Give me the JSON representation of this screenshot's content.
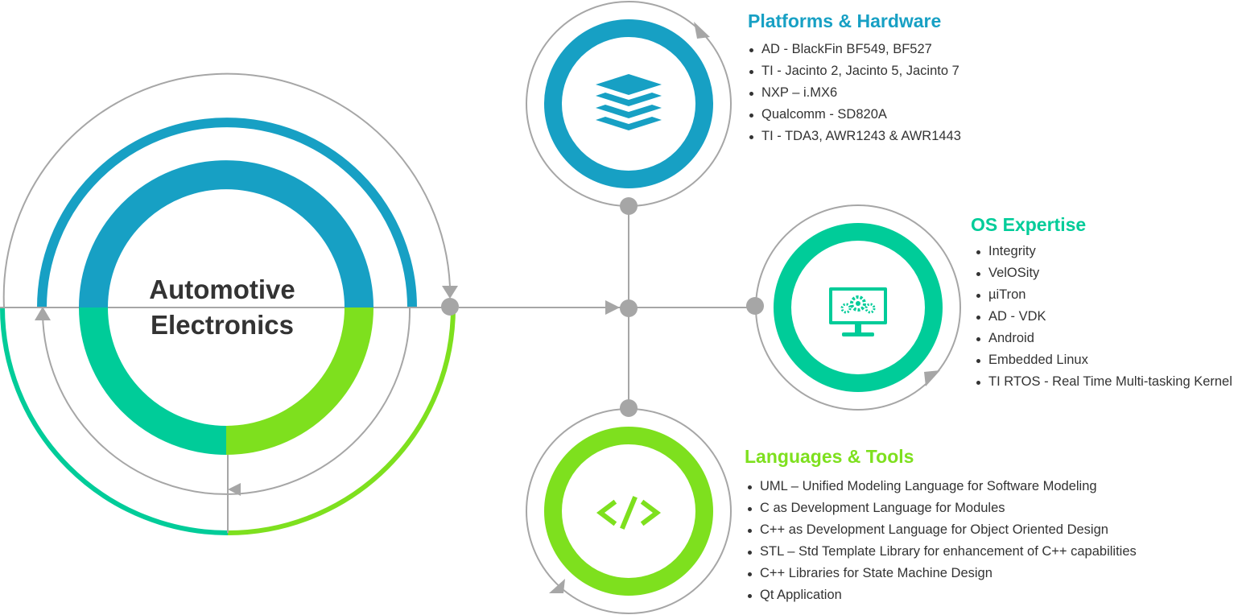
{
  "colors": {
    "blue": "#17A0C4",
    "teal": "#00CC99",
    "green": "#7EE01E",
    "connector": "#A6A6A6",
    "text": "#333333"
  },
  "center": {
    "title_line1": "Automotive",
    "title_line2": "Electronics"
  },
  "platforms": {
    "title": "Platforms & Hardware",
    "icon": "layers-icon",
    "items": [
      "AD - BlackFin BF549, BF527",
      "TI - Jacinto 2, Jacinto 5, Jacinto 7",
      "NXP – i.MX6",
      "Qualcomm - SD820A",
      "TI - TDA3, AWR1243 & AWR1443"
    ]
  },
  "os": {
    "title": "OS Expertise",
    "icon": "monitor-gears-icon",
    "items": [
      "Integrity",
      "VelOSity",
      "µiTron",
      "AD - VDK",
      "Android",
      "Embedded Linux",
      "TI RTOS - Real Time Multi-tasking Kernel"
    ]
  },
  "languages": {
    "title": "Languages & Tools",
    "icon": "code-brackets-icon",
    "items": [
      "UML – Unified Modeling Language for Software Modeling",
      "C as Development Language for Modules",
      "C++ as Development Language for Object Oriented Design",
      "STL – Std Template Library for enhancement of C++ capabilities",
      "C++ Libraries for State Machine Design",
      "Qt Application"
    ]
  }
}
